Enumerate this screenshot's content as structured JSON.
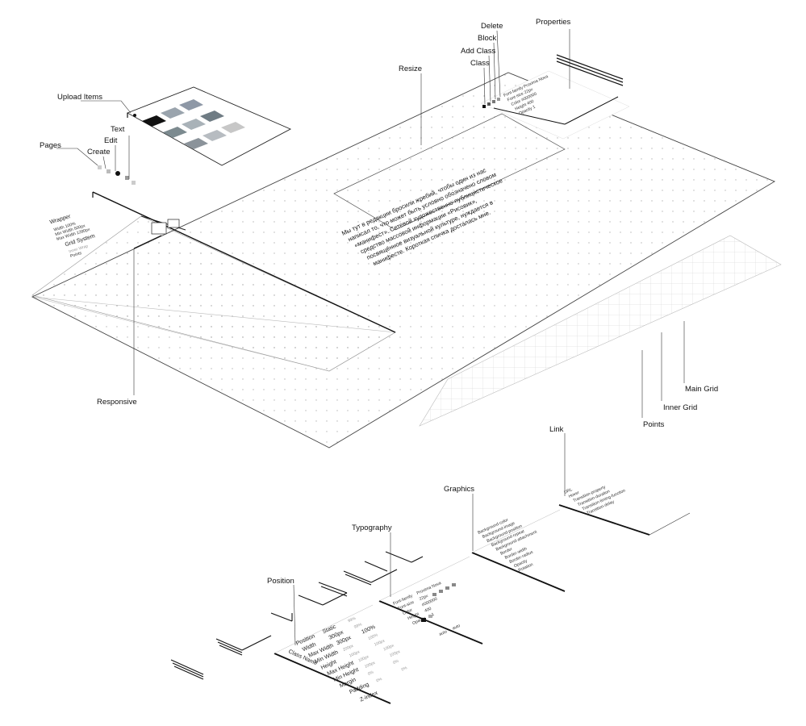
{
  "callouts": {
    "upload_items": "Upload Items",
    "text": "Text",
    "edit": "Edit",
    "create": "Create",
    "pages": "Pages",
    "resize": "Resize",
    "delete": "Delete",
    "block": "Block",
    "add_class": "Add Class",
    "class": "Class",
    "properties": "Properties",
    "responsive": "Responsive",
    "main_grid": "Main Grid",
    "inner_grid": "Inner Grid",
    "points": "Points",
    "link": "Link",
    "graphics": "Graphics",
    "typography": "Typography",
    "position": "Position"
  },
  "canvas_text": {
    "lines": [
      "Мы тут в редакции бросили жребий, чтобы один из нас",
      "написал то, что может быть условно обозначено словом",
      "«манифест». Сетевой художественно-публицистическое",
      "средство массовой информации «Рисовик»,",
      "посвящённое визуальной культуре, нуждается в",
      "манифесте. Короткая спичка досталась мне."
    ]
  },
  "wrapper_panel": {
    "title": "Wrapper",
    "rows": [
      "Width  100%",
      "Min Width  500px",
      "Max Width  1280px"
    ],
    "grid_title": "Grid System",
    "grid_rows": [
      "Inner  Wrap",
      "Points"
    ]
  },
  "position_panel": {
    "class_name": "Class Name",
    "rows": [
      {
        "label": "Position",
        "value": "Static",
        "alt": "99%"
      },
      {
        "label": "Width",
        "value": "300px",
        "alt": "99%"
      },
      {
        "label": "Max Width",
        "value": "300px",
        "alt": "100%"
      },
      {
        "label": "Min Width",
        "value": "200px",
        "alt": "100%"
      },
      {
        "label": "Height",
        "value": "100px",
        "alt": "100px"
      },
      {
        "label": "Max Height",
        "value": "100px",
        "alt": "100px"
      },
      {
        "label": "Min Height",
        "value": "100px",
        "alt": "100px"
      },
      {
        "label": "Margin",
        "value": "0%",
        "alt": "0%"
      },
      {
        "label": "Padding",
        "value": "0%",
        "alt": "0%"
      },
      {
        "label": "Z-index",
        "value": "",
        "alt": ""
      }
    ]
  },
  "typography_panel": {
    "rows": [
      {
        "label": "Font-family",
        "value": "Proxima Nova"
      },
      {
        "label": "Font-size",
        "value": "22px"
      },
      {
        "label": "Color",
        "value": "#000000"
      },
      {
        "label": "Height",
        "value": "400"
      },
      {
        "label": "Opacity",
        "value": "1"
      }
    ],
    "tools": [
      "auto",
      "auto"
    ]
  },
  "graphics_panel": {
    "rows": [
      "Background-color",
      "Background-image",
      "Background-position",
      "Background-repeat",
      "Background-attachment",
      "Border",
      "Border-width",
      "Border-radius",
      "Opacity",
      "Rotation"
    ]
  },
  "link_panel": {
    "rows": [
      "URL",
      "Hover",
      "Transition-property",
      "Transition-duration",
      "Transition-timing-function",
      "Transition-delay"
    ]
  },
  "properties_panel": {
    "rows": [
      "Font-family  Proxima Nova",
      "Font-size  22px",
      "Color  #000000",
      "Height  400",
      "Opacity  1"
    ]
  },
  "colors": {
    "ink": "#111111",
    "grid_line": "#c9c9c9",
    "dot": "#b5b5b5",
    "muted_text": "#9a9a9a"
  }
}
